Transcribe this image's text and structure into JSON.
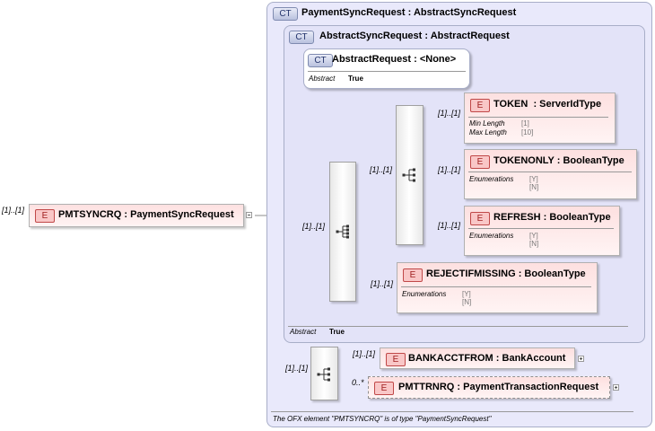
{
  "root": {
    "name": "PMTSYNCRQ",
    "type": "PaymentSyncRequest",
    "cardinality": "[1]..[1]",
    "badge": "E"
  },
  "outer_ct": {
    "badge": "CT",
    "name": "PaymentSyncRequest",
    "base": "AbstractSyncRequest",
    "caption": "The OFX element \"PMTSYNCRQ\" is of type \"PaymentSyncRequest\""
  },
  "mid_ct": {
    "badge": "CT",
    "name": "AbstractSyncRequest",
    "base": "AbstractRequest",
    "abstract_label": "Abstract",
    "abstract_value": "True"
  },
  "inner_ct": {
    "badge": "CT",
    "name": "AbstractRequest",
    "base": "<None>",
    "abstract_label": "Abstract",
    "abstract_value": "True"
  },
  "elements": {
    "token": {
      "badge": "E",
      "name": "TOKEN",
      "type": "ServerIdType",
      "cardinality": "[1]..[1]",
      "props": [
        {
          "label": "Min Length",
          "value": "[1]"
        },
        {
          "label": "Max Length",
          "value": "[10]"
        }
      ]
    },
    "tokenonly": {
      "badge": "E",
      "name": "TOKENONLY",
      "type": "BooleanType",
      "cardinality": "[1]..[1]",
      "enum_label": "Enumerations",
      "values": [
        "[Y]",
        "[N]"
      ]
    },
    "refresh": {
      "badge": "E",
      "name": "REFRESH",
      "type": "BooleanType",
      "cardinality": "[1]..[1]",
      "enum_label": "Enumerations",
      "values": [
        "[Y]",
        "[N]"
      ]
    },
    "rejectifmissing": {
      "badge": "E",
      "name": "REJECTIFMISSING",
      "type": "BooleanType",
      "cardinality": "[1]..[1]",
      "enum_label": "Enumerations",
      "values": [
        "[Y]",
        "[N]"
      ]
    },
    "bankacctfrom": {
      "badge": "E",
      "name": "BANKACCTFROM",
      "type": "BankAccount",
      "cardinality": "[1]..[1]"
    },
    "pmttrnrq": {
      "badge": "E",
      "name": "PMTTRNRQ",
      "type": "PaymentTransactionRequest",
      "cardinality": "0..*"
    }
  },
  "sequences": {
    "choice_group": "[1]..[1]",
    "sync_seq": "[1]..[1]",
    "outer_seq": "[1]..[1]"
  },
  "colon": ":"
}
